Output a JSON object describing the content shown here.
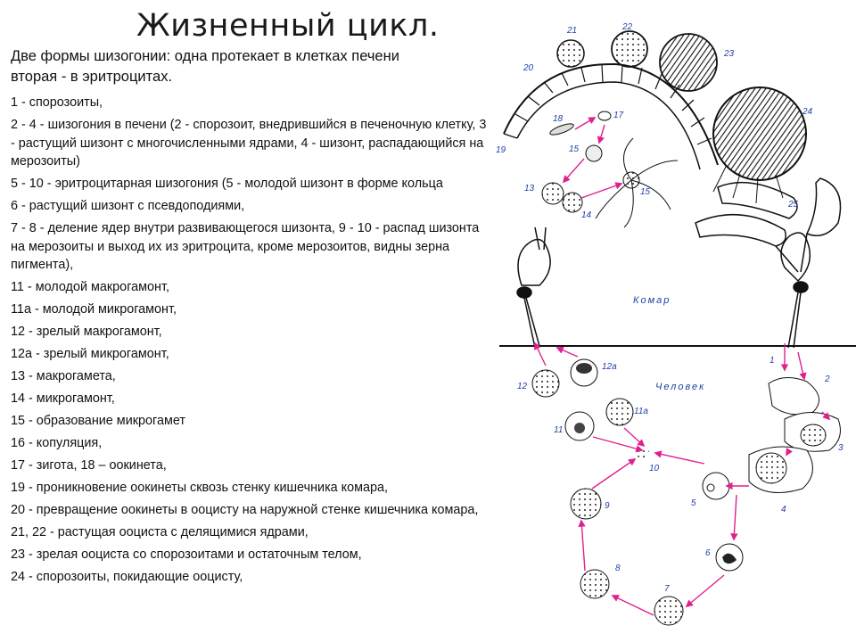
{
  "slide": {
    "title": "Жизненный цикл.",
    "subtitle_lines": [
      "Две формы шизогонии: одна протекает в клетках печени",
      "вторая - в эритроцитах."
    ],
    "items": [
      "1 - спорозоиты,",
      "2 - 4 - шизогония в печени (2 - спорозоит, внедрившийся в печеночную клетку, 3 - растущий шизонт с многочисленными ядрами, 4 - шизонт, распадающийся на мерозоиты)",
      "5 - 10 - эритроцитарная шизогония (5 - молодой шизонт в форме кольца",
      "6 - растущий шизонт с псевдоподиями,",
      "7 - 8 - деление ядер внутри развивающегося шизонта, 9 - 10 - распад шизонта на мерозоиты и выход их из эритроцита, кроме мерозоитов, видны зерна пигмента),",
      "11 - молодой макрогамонт,",
      "11а - молодой микрогамонт,",
      "12 - зрелый макрогамонт,",
      "12а - зрелый микрогамонт,",
      "13 - макрогамета,",
      "14 - микрогамонт,",
      "15 - образование микрогамет",
      "16 - копуляция,",
      "17 - зигота, 18 – оокинета,",
      "19 - проникновение оокинеты сквозь стенку кишечника комара,",
      "20 - превращение оокинеты в ооцисту на наружной стенке кишечника комара,",
      "21, 22 - растущая ооциста с делящимися ядрами,",
      "23 - зрелая ооциста со спорозоитами и остаточным телом,",
      "24 - спорозоиты, покидающие ооцисту,"
    ]
  },
  "diagram": {
    "mosquito_label": "Комар",
    "human_label": "Человек",
    "numbers": [
      "1",
      "2",
      "3",
      "4",
      "5",
      "6",
      "7",
      "8",
      "9",
      "10",
      "11",
      "11а",
      "12",
      "12а",
      "13",
      "14",
      "15",
      "15",
      "17",
      "18",
      "19",
      "20",
      "21",
      "22",
      "23",
      "24",
      "25"
    ],
    "arrow_color": "#e0208f",
    "label_color": "#1f3fa6"
  }
}
